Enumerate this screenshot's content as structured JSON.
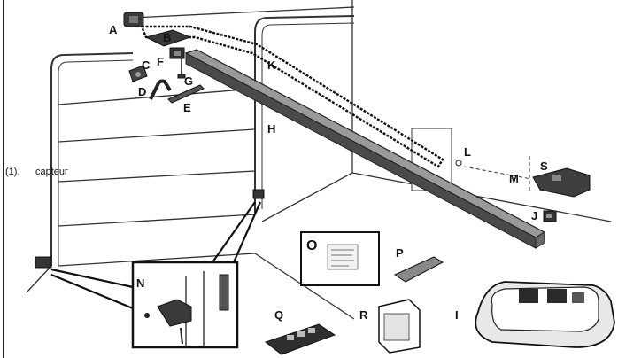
{
  "side_text": {
    "prefix": "(1),",
    "word": "capteur"
  },
  "part_labels": {
    "A": "A",
    "B": "B",
    "C": "C",
    "D": "D",
    "E": "E",
    "F": "F",
    "G": "G",
    "H": "H",
    "I": "I",
    "J": "J",
    "K": "K",
    "L": "L",
    "M": "M",
    "N": "N",
    "O": "O",
    "P": "P",
    "Q": "Q",
    "R": "R",
    "S": "S"
  },
  "colors": {
    "line": "#222222",
    "rail_fill": "#8a8a8a",
    "rail_dark": "#4a4a4a",
    "part_dark": "#2b2b2b",
    "background": "#ffffff"
  }
}
